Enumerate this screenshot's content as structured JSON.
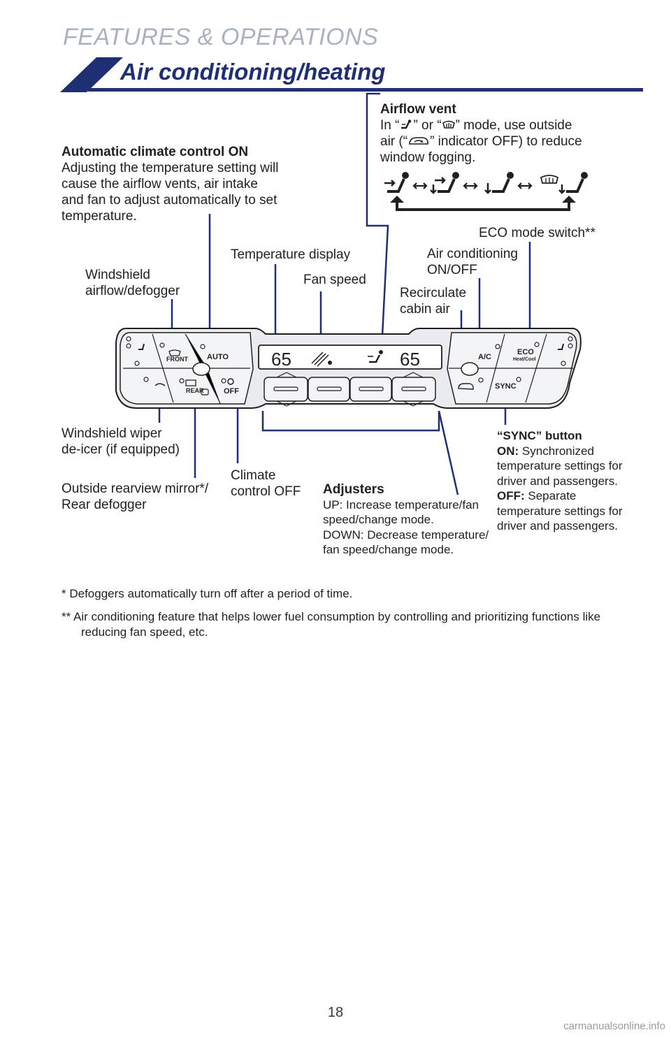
{
  "header": {
    "section": "FEATURES & OPERATIONS",
    "title": "Air conditioning/heating"
  },
  "callouts": {
    "airflow_vent": {
      "title": "Airflow vent",
      "line1_a": "In “",
      "line1_b": "” or “",
      "line1_c": "” mode, use outside",
      "line2_a": "air (“",
      "line2_b": "” indicator OFF) to reduce",
      "line3": "window fogging."
    },
    "auto_on": {
      "title": "Automatic climate control ON",
      "body": [
        "Adjusting the temperature setting will",
        "cause the airflow vents, air intake",
        "and fan to adjust automatically to set",
        "temperature."
      ]
    },
    "eco_switch": "ECO mode switch**",
    "ac_onoff": [
      "Air conditioning",
      "ON/OFF"
    ],
    "temp_display": "Temperature display",
    "fan_speed": "Fan speed",
    "recirculate": [
      "Recirculate",
      "cabin air"
    ],
    "windshield_airflow": [
      "Windshield",
      "airflow/defogger"
    ],
    "wiper_deicer": [
      "Windshield wiper",
      "de-icer (if equipped)"
    ],
    "mirror_rear": [
      "Outside rearview mirror*/",
      "Rear defogger"
    ],
    "climate_off": [
      "Climate",
      "control OFF"
    ],
    "adjusters": {
      "title": "Adjusters",
      "body": [
        "UP: Increase temperature/fan",
        "speed/change mode.",
        "DOWN: Decrease temperature/",
        "fan speed/change mode."
      ]
    },
    "sync": {
      "title": "“SYNC” button",
      "on_label": "ON:",
      "on_text": [
        "Synchronized",
        "temperature settings for",
        "driver and passengers."
      ],
      "off_label": "OFF:",
      "off_text": [
        "Separate",
        "temperature settings for",
        "driver and passengers."
      ]
    }
  },
  "panel": {
    "left_temp": "65",
    "right_temp": "65",
    "buttons": {
      "front": "FRONT",
      "rear": "REAR",
      "auto": "AUTO",
      "off": "OFF",
      "ac": "A/C",
      "eco": "ECO",
      "eco_sub": "Heat/Cool",
      "sync": "SYNC"
    }
  },
  "notes": {
    "note1": "* Defoggers automatically turn off after a period of time.",
    "note2_line1": "** Air conditioning feature that helps lower fuel consumption by controlling and prioritizing functions like",
    "note2_line2": "reducing fan speed, etc."
  },
  "page_number": "18",
  "watermark": "carmanualsonline.info",
  "colors": {
    "accent": "#1f2f73",
    "section_gray": "#aab3bd"
  }
}
